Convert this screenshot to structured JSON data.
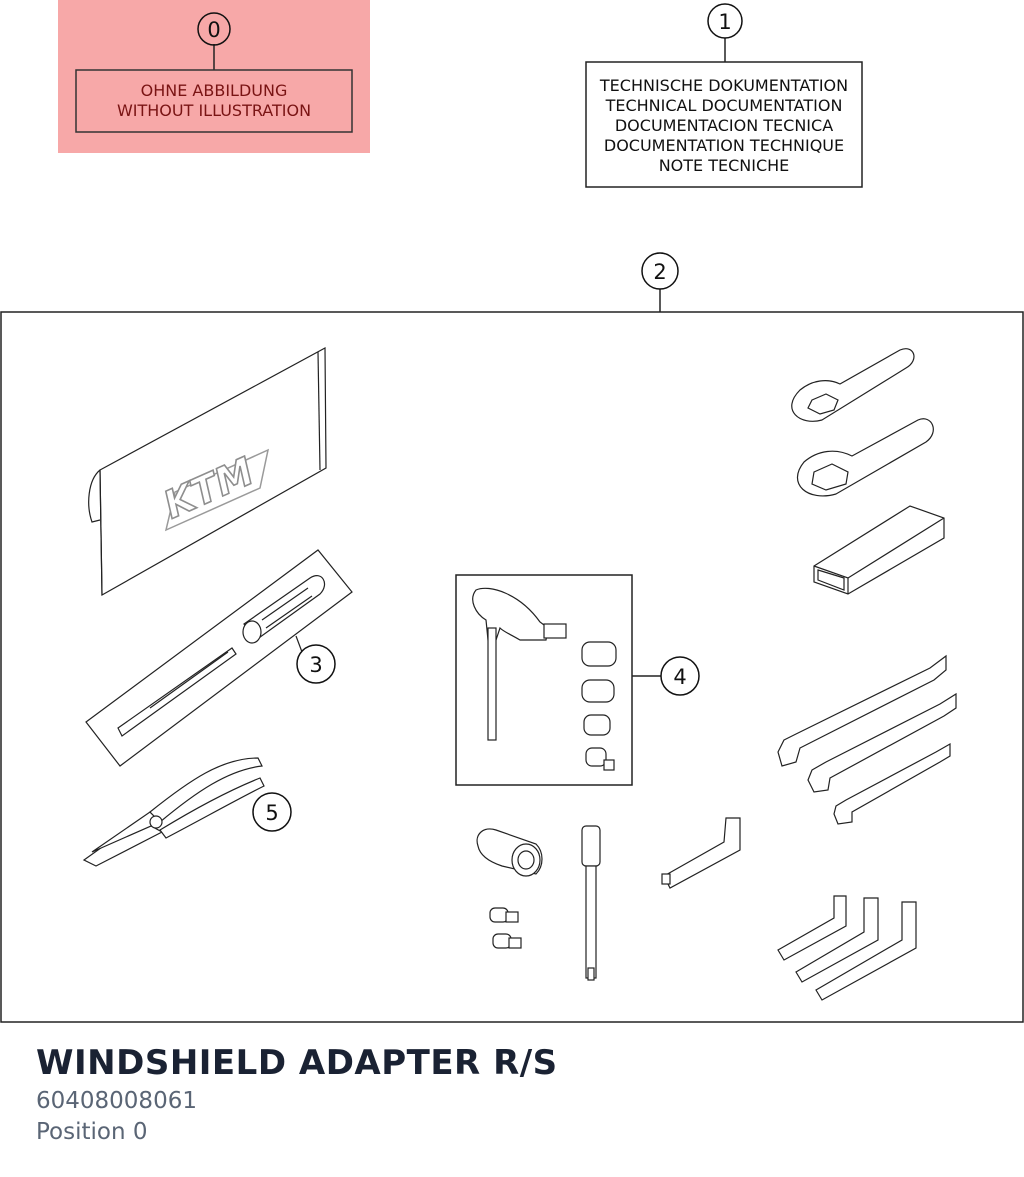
{
  "diagram": {
    "highlight_color": "#f7a8a8",
    "callouts": [
      {
        "id": "callout-0",
        "label": "0"
      },
      {
        "id": "callout-1",
        "label": "1"
      },
      {
        "id": "callout-2",
        "label": "2"
      },
      {
        "id": "callout-3",
        "label": "3"
      },
      {
        "id": "callout-4",
        "label": "4"
      },
      {
        "id": "callout-5",
        "label": "5"
      }
    ],
    "no_illustration_lines": [
      "OHNE ABBILDUNG",
      "WITHOUT ILLUSTRATION"
    ],
    "tech_doc_lines": [
      "TECHNISCHE DOKUMENTATION",
      "TECHNICAL DOCUMENTATION",
      "DOCUMENTACION TECNICA",
      "DOCUMENTATION TECHNIQUE",
      "NOTE TECNICHE"
    ],
    "logo_text": "KTM",
    "parts": [
      "tool-bag",
      "screwdriver-set",
      "t-handle-socket-set",
      "pliers",
      "ring-spanners",
      "box-wrench",
      "open-end-wrenches",
      "hex-keys",
      "socket-and-bits",
      "extension-bar",
      "torx-key"
    ]
  },
  "footer": {
    "title": "WINDSHIELD ADAPTER R/S",
    "part_number": "60408008061",
    "position": "Position 0"
  }
}
